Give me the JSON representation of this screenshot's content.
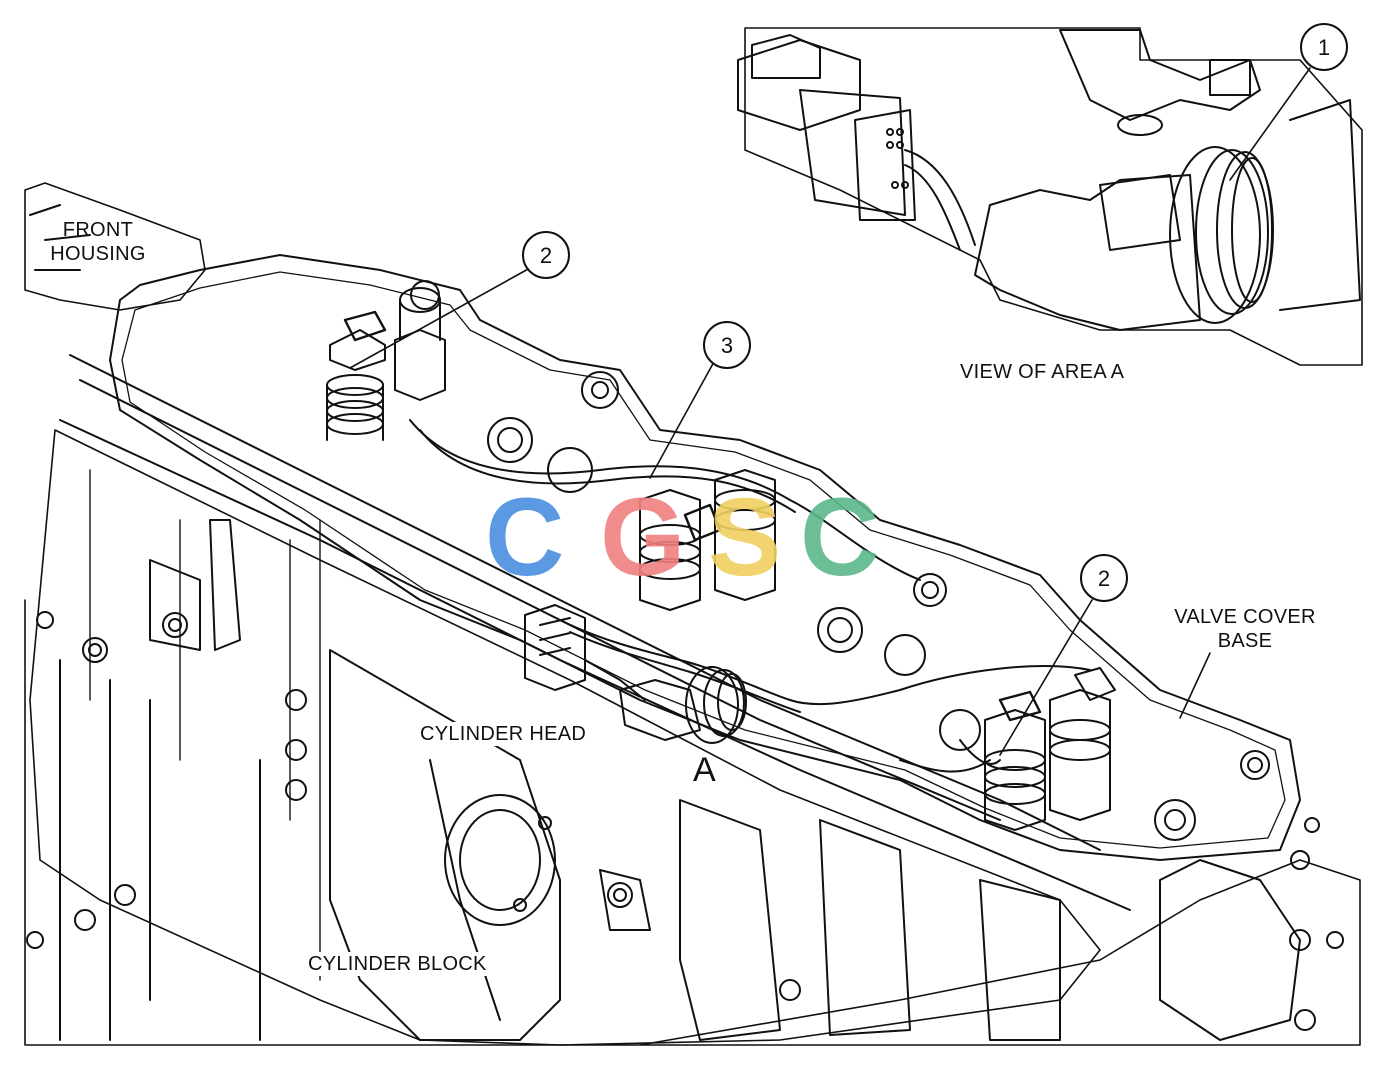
{
  "labels": {
    "front_housing_line1": "FRONT",
    "front_housing_line2": "HOUSING",
    "view_of_area": "VIEW OF AREA  A",
    "valve_cover_line1": "VALVE COVER",
    "valve_cover_line2": "BASE",
    "cylinder_head": "CYLINDER HEAD",
    "cylinder_block": "CYLINDER BLOCK",
    "area_marker": "A"
  },
  "callouts": [
    {
      "number": "1"
    },
    {
      "number": "2"
    },
    {
      "number": "3"
    },
    {
      "number": "2"
    }
  ],
  "watermark": {
    "letters": [
      "C",
      "G",
      "S",
      "C"
    ],
    "colors": [
      "#4a8fe0",
      "#f08080",
      "#f0d060",
      "#5cb88a"
    ]
  },
  "colors": {
    "line_art": "#111111",
    "background": "#ffffff"
  }
}
